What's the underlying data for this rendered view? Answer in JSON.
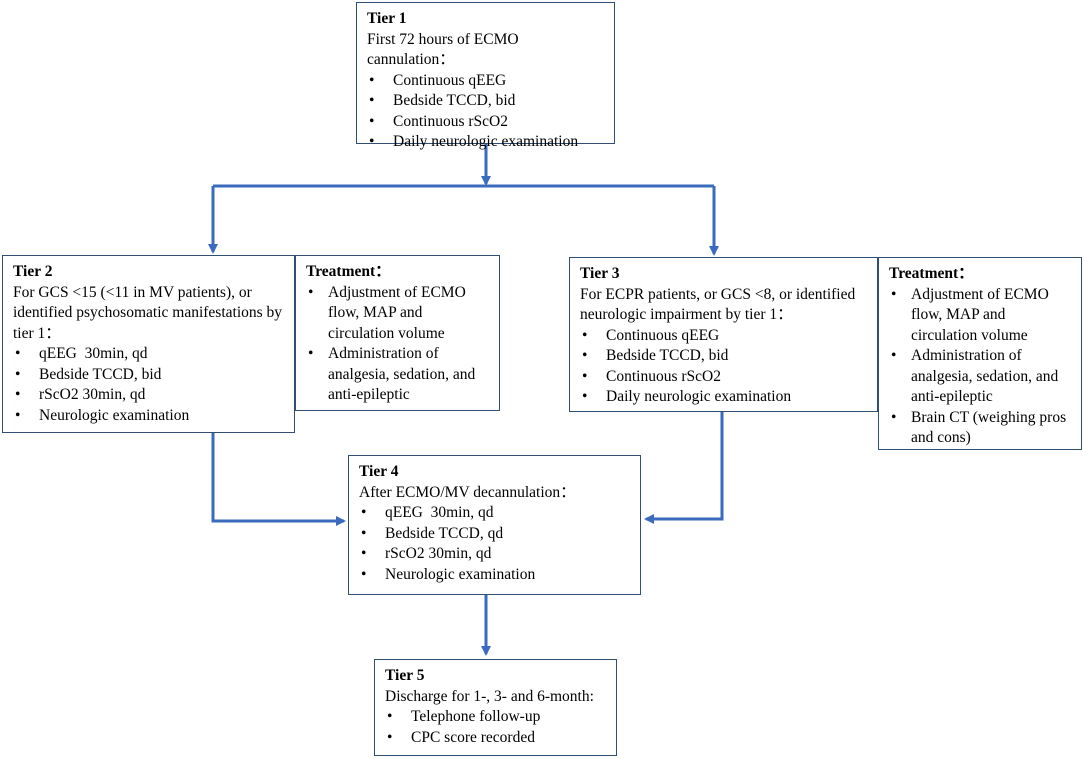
{
  "colors": {
    "arrow": "#3a6bbf",
    "box_border": "#2f4f75"
  },
  "tier1": {
    "title": "Tier 1",
    "intro": "First 72 hours of ECMO cannulation：",
    "items": [
      "Continuous qEEG",
      "Bedside TCCD, bid",
      "Continuous rScO2",
      "Daily neurologic examination"
    ]
  },
  "tier2": {
    "title": "Tier 2",
    "intro": "For GCS <15 (<11 in MV patients), or identified psychosomatic manifestations by tier 1：",
    "items": [
      "qEEG  30min, qd",
      "Bedside TCCD, bid",
      "rScO2 30min, qd",
      "Neurologic examination"
    ]
  },
  "treatment2": {
    "title": "Treatment：",
    "items": [
      "Adjustment of ECMO flow, MAP and circulation volume",
      "Administration of analgesia, sedation, and anti-epileptic"
    ]
  },
  "tier3": {
    "title": "Tier 3",
    "intro": "For ECPR patients, or GCS <8, or identified neurologic impairment by tier 1：",
    "items": [
      "Continuous qEEG",
      "Bedside TCCD, bid",
      "Continuous rScO2",
      "Daily neurologic examination"
    ]
  },
  "treatment3": {
    "title": "Treatment：",
    "items": [
      "Adjustment of ECMO flow, MAP and circulation volume",
      "Administration of analgesia, sedation, and anti-epileptic",
      "Brain CT (weighing pros and cons)"
    ]
  },
  "tier4": {
    "title": "Tier 4",
    "intro": "After ECMO/MV decannulation：",
    "items": [
      "qEEG  30min, qd",
      "Bedside TCCD, qd",
      "rScO2 30min, qd",
      "Neurologic examination"
    ]
  },
  "tier5": {
    "title": "Tier 5",
    "intro": "Discharge for 1-, 3- and 6-month:",
    "items": [
      "Telephone follow-up",
      "CPC score recorded"
    ]
  }
}
